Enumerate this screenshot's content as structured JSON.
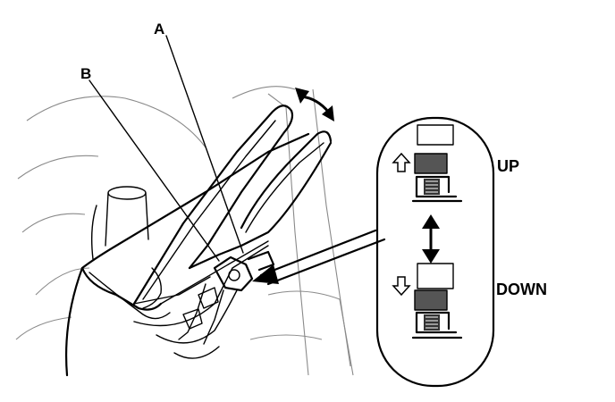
{
  "labels": {
    "a": "A",
    "b": "B",
    "up": "UP",
    "down": "DOWN"
  },
  "colors": {
    "ink": "#000000",
    "background": "#ffffff",
    "spring_fill": "#555555"
  },
  "icons": {
    "adjust_arrow": "double-headed-curved-arrow",
    "toggle_arrow": "double-headed-vertical-arrow",
    "up_arrow": "hollow-up-arrow",
    "down_arrow": "hollow-down-arrow"
  }
}
